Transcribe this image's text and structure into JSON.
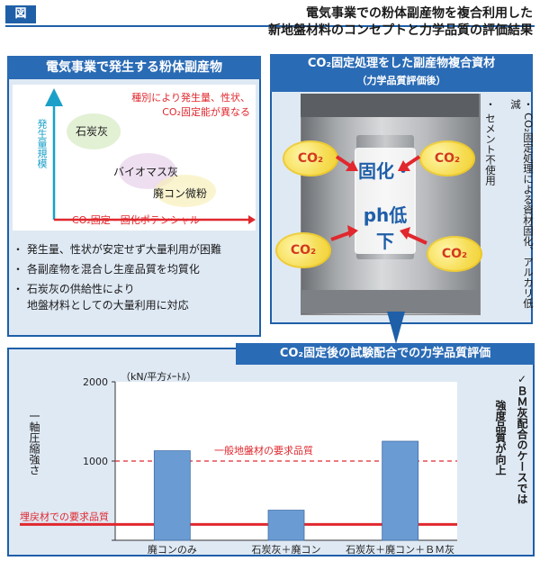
{
  "header": {
    "figure_label": "図",
    "title_line1": "電気事業での粉体副産物を複合利用した",
    "title_line2": "新地盤材料のコンセプトと力学品質の評価結果"
  },
  "left_panel": {
    "heading": "電気事業で発生する粉体副産物",
    "note_line1": "種別により発生量、性状、",
    "note_line2": "CO₂固定能が異なる",
    "y_axis_label": "発生量規模",
    "x_axis_label": "CO₂固定・固化ポテンシャル",
    "bubbles": [
      {
        "label": "石炭灰",
        "color": "#cfe6b8"
      },
      {
        "label": "バイオマス灰",
        "color": "#e2c9e6"
      },
      {
        "label": "廃コン微粉",
        "color": "#f6eeb0"
      }
    ],
    "bullets": [
      "・ 発生量、性状が安定せず大量利用が困難",
      "・ 各副産物を混合し生産品質を均質化",
      "・ 石炭灰の供給性により",
      "地盤材料としての大量利用に対応"
    ]
  },
  "right_panel": {
    "heading_line1": "CO₂固定処理をした副産物複合資材",
    "heading_line2": "（力学品質評価後）",
    "sample_text_line1": "固化・",
    "sample_text_line2": "ph低下",
    "cloud_label": "CO₂",
    "side_notes": [
      "・ CO₂固定処理による資材固化、アルカリ低減",
      "・ セメント不使用"
    ]
  },
  "bottom_panel": {
    "heading": "CO₂固定後の試験配合での力学品質評価",
    "right_note_line1": "✓ＢＭ灰配合のケースでは",
    "right_note_line2": "強度品質が向上",
    "requirement_general": "一般地盤材の要求品質",
    "requirement_fill": "埋戻材での要求品質"
  },
  "chart_data": {
    "type": "bar",
    "categories": [
      "廃コンのみ",
      "石炭灰＋廃コン",
      "石炭灰＋廃コン＋ＢＭ灰"
    ],
    "values": [
      1130,
      380,
      1250
    ],
    "ylabel": "一軸圧縮強さ",
    "yunit": "（kN/平方ﾒｰﾄﾙ）",
    "ylim": [
      0,
      2000
    ],
    "yticks": [
      0,
      1000,
      2000
    ],
    "ytick_labels": [
      "",
      "1000",
      "2000"
    ],
    "reference_lines": [
      {
        "value": 1000,
        "label": "一般地盤材の要求品質",
        "style": "dashed",
        "color": "#e0282e"
      },
      {
        "value": 200,
        "label": "埋戻材での要求品質",
        "style": "solid",
        "color": "#e0282e"
      }
    ],
    "bar_color": "#6b9bd3"
  }
}
